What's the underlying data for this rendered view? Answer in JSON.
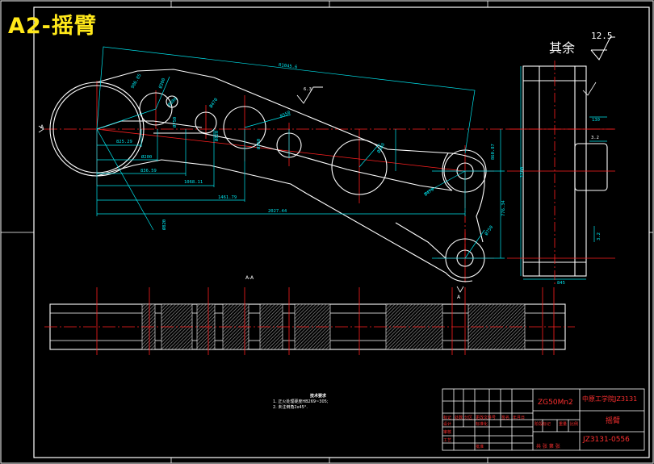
{
  "drawing": {
    "title": "A2-摇臂",
    "surface_rest_label": "其余",
    "roughness_value": "12.5",
    "section_label": "A-A",
    "section_mark": "A",
    "views": [
      "front-view",
      "side-view",
      "section-view"
    ],
    "colors": {
      "background": "#000000",
      "outline": "#ffffff",
      "dimension": "#00e5ee",
      "centerline": "#ff2020",
      "title_text": "#ffe81a",
      "titleblock_text": "#ff3030",
      "hatch": "#7a7a7a"
    }
  },
  "dimensions": {
    "front": [
      "825.29",
      "836.59",
      "1068.11",
      "1461.79",
      "2027.44",
      "906.85",
      "Ø300",
      "Ø200",
      "Ø380",
      "Ø470",
      "Ø750",
      "Ø820",
      "R1045.6",
      "Ø250",
      "R550",
      "6.3",
      "860.87",
      "776.34"
    ],
    "side": [
      "130",
      "3.2",
      "1100",
      "3.2",
      "845"
    ]
  },
  "technical_requirements": {
    "heading": "技术要求",
    "items": [
      "1. 正火处理硬度HB269~305;",
      "2. 未注倒角2x45°."
    ]
  },
  "title_block": {
    "material": "ZG50Mn2",
    "company": "中原工学院JZ3131",
    "part_name": "摇臂",
    "drawing_number": "JZ3131-0556",
    "header_cells": [
      "标记",
      "处数",
      "分区",
      "更改文件号",
      "签名",
      "年月日"
    ],
    "row_labels": [
      "设计",
      "审核",
      "工艺",
      "标准化",
      "批准"
    ],
    "stage_labels": [
      "阶段标记",
      "重量",
      "比例"
    ],
    "sheet_label": "共 张 第 张"
  }
}
